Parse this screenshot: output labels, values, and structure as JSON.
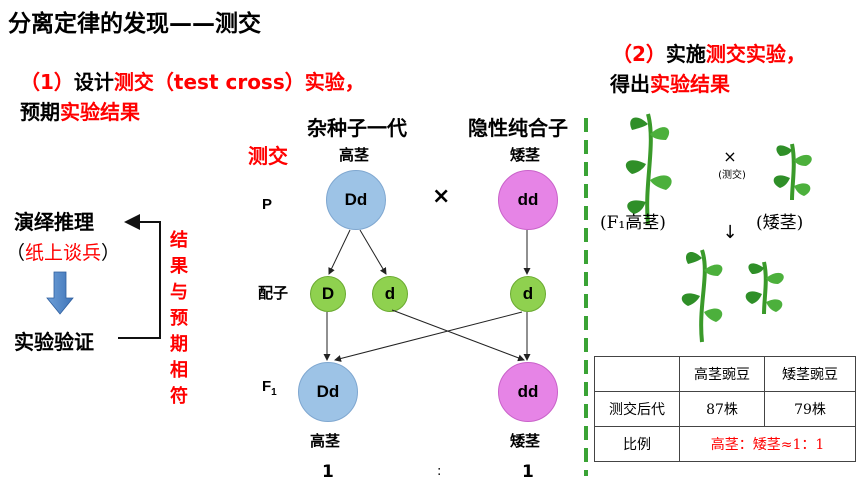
{
  "title": "分离定律的发现——测交",
  "section1": {
    "num": "（1）",
    "prefix": "设计",
    "highlight1": "测交（test cross）实验，",
    "line2_prefix": "预期",
    "highlight2": "实验结果"
  },
  "section2": {
    "num": "（2）",
    "prefix": "实施",
    "highlight1": "测交实验，",
    "line2_prefix": "得出",
    "highlight2": "实验结果"
  },
  "left": {
    "top_label": "演绎推理",
    "paren_open": "（",
    "paper_label": "纸上谈兵",
    "paren_close": "）",
    "bottom_label": "实验验证",
    "side_text": "结果与预期相符"
  },
  "cross": {
    "label": "测交",
    "parent1_title": "杂种子一代",
    "parent1_phenotype": "高茎",
    "parent1_genotype": "Dd",
    "parent2_title": "隐性纯合子",
    "parent2_phenotype": "矮茎",
    "parent2_genotype": "dd",
    "cross_symbol": "×",
    "row_p": "P",
    "row_gamete": "配子",
    "row_f1": "F",
    "row_f1_sub": "1",
    "gametes": [
      "D",
      "d",
      "d"
    ],
    "offspring": [
      {
        "genotype": "Dd",
        "phenotype": "高茎",
        "ratio": "1"
      },
      {
        "genotype": "dd",
        "phenotype": "矮茎",
        "ratio": "1"
      }
    ],
    "ratio_sep": ":"
  },
  "plants": {
    "cross_symbol": "×",
    "cross_note": "(测交)",
    "f1_label": "(F₁高茎)",
    "dwarf_label": "(矮茎)",
    "arrow": "↓"
  },
  "table": {
    "headers": [
      "",
      "高茎豌豆",
      "矮茎豌豆"
    ],
    "row1": {
      "label": "测交后代",
      "tall": "87株",
      "dwarf": "79株"
    },
    "row2": {
      "label": "比例",
      "value": "高茎：矮茎≈1：1"
    }
  },
  "colors": {
    "accent": "#ff0000",
    "blue_circle": "#9dc3e6",
    "pink_circle": "#e684e6",
    "green_circle": "#8fd14f",
    "divider": "#3aa335"
  }
}
